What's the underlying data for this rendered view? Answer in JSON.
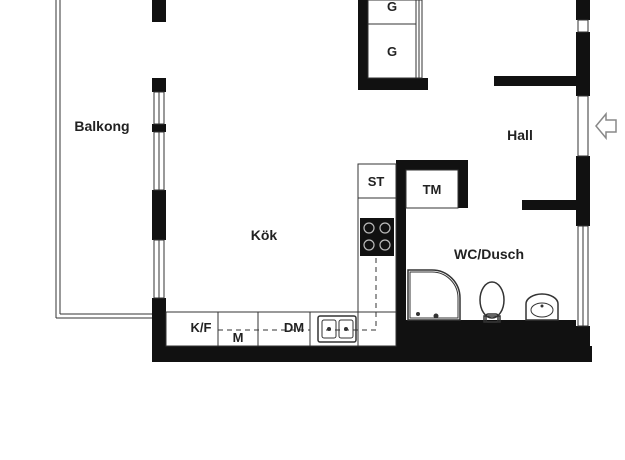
{
  "rooms": {
    "balkong": "Balkong",
    "kok": "Kök",
    "hall": "Hall",
    "wc": "WC/Dusch"
  },
  "fixtures": {
    "wardrobe_1": "G",
    "wardrobe_2": "G",
    "storage": "ST",
    "washer": "TM",
    "fridge": "K/F",
    "microwave": "M",
    "dishwasher": "DM"
  },
  "colors": {
    "wall": "#111111",
    "line": "#333333",
    "background": "#ffffff",
    "entrance_arrow": "#888888"
  },
  "icons": {
    "entrance": "entrance-arrow-icon",
    "stove": "stove-icon",
    "sink": "kitchen-sink-icon",
    "toilet": "toilet-icon",
    "basin": "wash-basin-icon",
    "shower": "shower-icon"
  }
}
